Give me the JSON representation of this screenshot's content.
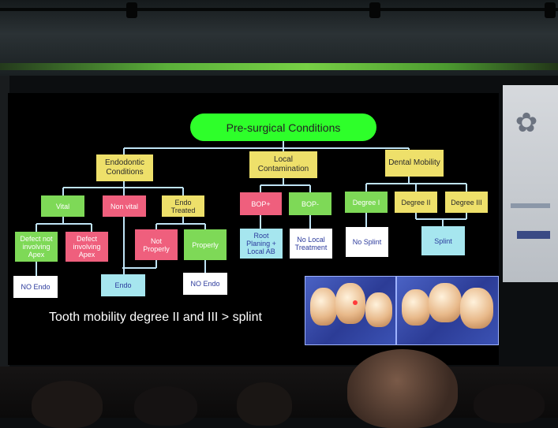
{
  "diagram": {
    "root": "Pre-surgical Conditions",
    "categories": {
      "endodontic": "Endodontic Conditions",
      "local": "Local Contamination",
      "mobility": "Dental Mobility"
    },
    "endodontic": {
      "vital": "Vital",
      "non_vital": "Non vital",
      "endo_treated": "Endo Treated",
      "defect_not_apex": "Defect not involving Apex",
      "defect_apex": "Defect involving Apex",
      "not_properly": "Not Properly",
      "properly": "Properly",
      "no_endo_1": "NO Endo",
      "endo": "Endo",
      "no_endo_2": "NO Endo"
    },
    "local": {
      "bop_plus": "BOP+",
      "bop_minus": "BOP-",
      "root_planing": "Root Planing + Local AB",
      "no_local": "No Local Treatment"
    },
    "mobility": {
      "degree1": "Degree I",
      "degree2": "Degree II",
      "degree3": "Degree III",
      "no_splint": "No Splint",
      "splint": "Splint"
    }
  },
  "caption": "Tooth mobility degree II and III > splint",
  "colors": {
    "root": "#2eff2a",
    "green": "#7ed957",
    "pink": "#ef5f7d",
    "yellow": "#eee06a",
    "white": "#ffffff",
    "cyan": "#a6e6ef",
    "connector": "#bfe3f5"
  }
}
